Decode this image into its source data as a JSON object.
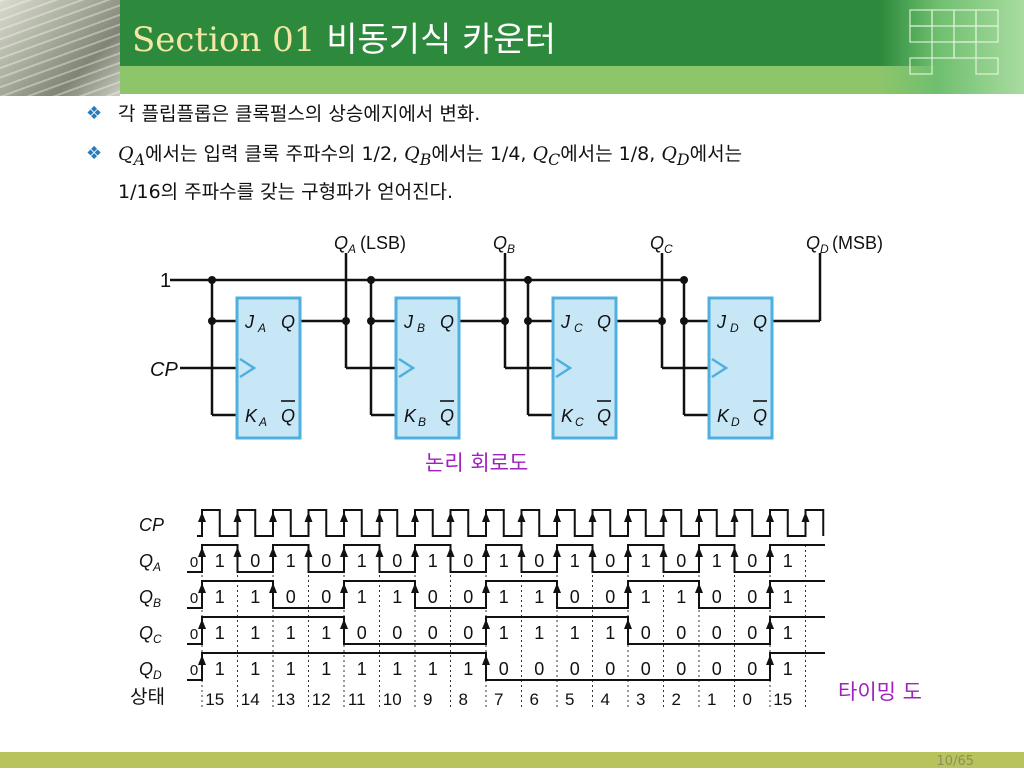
{
  "header": {
    "section": "Section 01",
    "title": "비동기식 카운터"
  },
  "bullets": [
    {
      "text": "각 플립플롭은 클록펄스의 상승에지에서 변화."
    },
    {
      "parts": [
        "Q",
        "A",
        "에서는 입력 클록 주파수의 1/2, ",
        "Q",
        "B",
        "에서는 1/4, ",
        "Q",
        "C",
        "에서는 1/8, ",
        "Q",
        "D",
        "에서는"
      ],
      "line2": "1/16의 주파수를 갖는 구형파가 얻어진다."
    }
  ],
  "circuit": {
    "one_label": "1",
    "cp_label": "CP",
    "outputs": [
      "(LSB)",
      "",
      "",
      "(MSB)"
    ],
    "output_subs": [
      "A",
      "B",
      "C",
      "D"
    ],
    "flipflops": [
      {
        "j": "J",
        "k": "K",
        "q": "Q",
        "qbar": "Q",
        "sub": "A"
      },
      {
        "j": "J",
        "k": "K",
        "q": "Q",
        "qbar": "Q",
        "sub": "B"
      },
      {
        "j": "J",
        "k": "K",
        "q": "Q",
        "qbar": "Q",
        "sub": "C"
      },
      {
        "j": "J",
        "k": "K",
        "q": "Q",
        "qbar": "Q",
        "sub": "D"
      }
    ],
    "caption": "논리 회로도",
    "colors": {
      "ff_fill": "#c7e7f7",
      "ff_border": "#4fb0e0",
      "wire": "#111111"
    }
  },
  "timing": {
    "signal_labels": [
      "CP",
      "QA",
      "QB",
      "QC",
      "QD"
    ],
    "qa": [
      "0",
      "1",
      "0",
      "1",
      "0",
      "1",
      "0",
      "1",
      "0",
      "1",
      "0",
      "1",
      "0",
      "1",
      "0",
      "1",
      "0",
      "1"
    ],
    "qb": [
      "0",
      "1",
      "1",
      "0",
      "0",
      "1",
      "1",
      "0",
      "0",
      "1",
      "1",
      "0",
      "0",
      "1",
      "1",
      "0",
      "0",
      "1"
    ],
    "qc": [
      "0",
      "1",
      "1",
      "1",
      "1",
      "0",
      "0",
      "0",
      "0",
      "1",
      "1",
      "1",
      "1",
      "0",
      "0",
      "0",
      "0",
      "1"
    ],
    "qd": [
      "0",
      "1",
      "1",
      "1",
      "1",
      "1",
      "1",
      "1",
      "1",
      "0",
      "0",
      "0",
      "0",
      "0",
      "0",
      "0",
      "0",
      "1"
    ],
    "state_label": "상태",
    "states": [
      "15",
      "14",
      "13",
      "12",
      "11",
      "10",
      "9",
      "8",
      "7",
      "6",
      "5",
      "4",
      "3",
      "2",
      "1",
      "0",
      "15"
    ],
    "caption": "타이밍 도"
  },
  "footer": {
    "page": "10/65"
  }
}
